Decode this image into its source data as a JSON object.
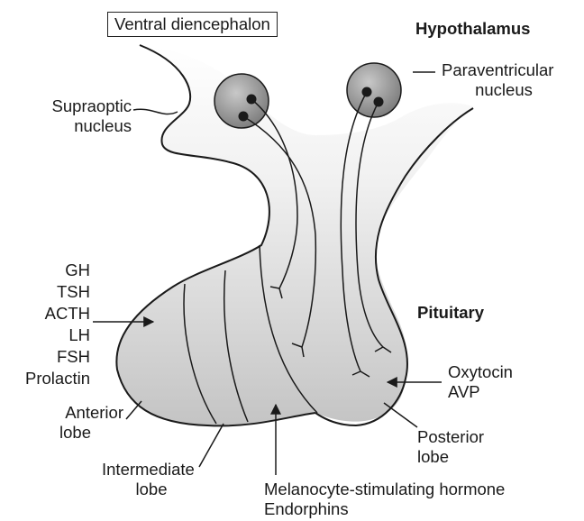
{
  "labels": {
    "ventral_diencephalon": "Ventral diencephalon",
    "hypothalamus": "Hypothalamus",
    "supraoptic_1": "Supraoptic",
    "supraoptic_2": "nucleus",
    "paraventricular_1": "Paraventricular",
    "paraventricular_2": "nucleus",
    "pituitary": "Pituitary",
    "hormones_anterior": [
      "GH",
      "TSH",
      "ACTH",
      "LH",
      "FSH",
      "Prolactin"
    ],
    "anterior_lobe_1": "Anterior",
    "anterior_lobe_2": "lobe",
    "intermediate_lobe_1": "Intermediate",
    "intermediate_lobe_2": "lobe",
    "msh_1": "Melanocyte-stimulating hormone",
    "msh_2": "Endorphins",
    "posterior_lobe_1": "Posterior",
    "posterior_lobe_2": "lobe",
    "posterior_hormones_1": "Oxytocin",
    "posterior_hormones_2": "AVP"
  },
  "colors": {
    "outline": "#1a1a1a",
    "nucleus_fill": "#8c8c8c",
    "tissue_light": "#f4f4f4",
    "tissue_dark": "#c6c6c6"
  }
}
